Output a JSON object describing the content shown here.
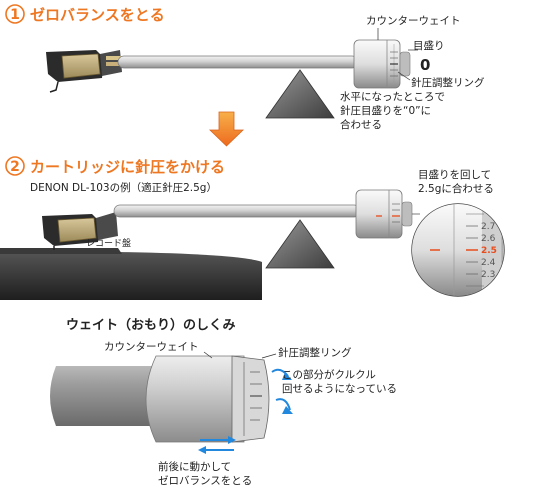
{
  "step1": {
    "number": "1",
    "title": "ゼロバランスをとる",
    "counterweight_label": "カウンターウェイト",
    "scale_label": "目盛り",
    "scale_value": "0",
    "ring_label": "針圧調整リング",
    "note_lines": [
      "水平になったところで",
      "針圧目盛りを“0”に",
      "合わせる"
    ]
  },
  "step2": {
    "number": "2",
    "title": "カートリッジに針圧をかける",
    "subtitle": "DENON DL-103の例（適正針圧2.5g）",
    "note_lines": [
      "目盛りを回して",
      "2.5gに合わせる"
    ],
    "record_label": "レコード盤",
    "scale_ticks": [
      "2.7",
      "2.6",
      "2.5",
      "2.4",
      "2.3"
    ]
  },
  "section3": {
    "title": "ウェイト（おもり）のしくみ",
    "counterweight_label": "カウンターウェイト",
    "ring_label": "針圧調整リング",
    "rotate_lines": [
      "この部分がクルクル",
      "回せるようになっている"
    ],
    "move_lines": [
      "前後に動かして",
      "ゼロバランスをとる"
    ]
  },
  "colors": {
    "accent": "#ee7722",
    "arrow": "#2288dd",
    "scale_highlight": "#e84c1c"
  }
}
